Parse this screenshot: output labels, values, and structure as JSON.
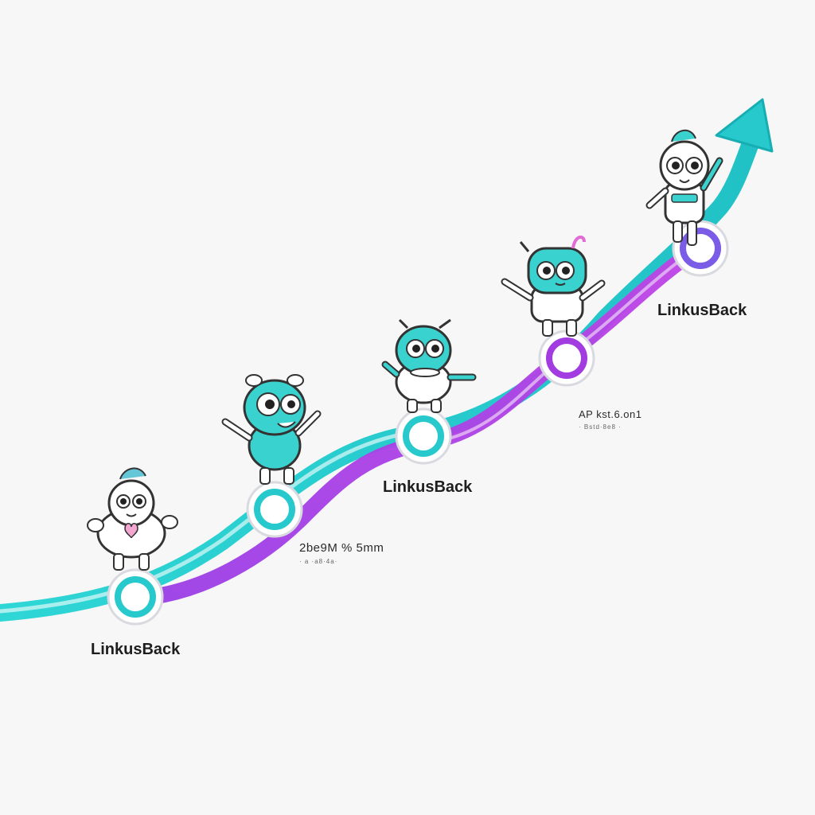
{
  "colors": {
    "background": "#f7f7f7",
    "teal": "#2ecfd0",
    "teal_dark": "#17aeb3",
    "purple": "#a23be0",
    "ring_white": "#ffffff"
  },
  "milestones": [
    {
      "label": "LinkusBack",
      "caption_line1": "",
      "caption_line2": ""
    },
    {
      "label": "",
      "caption_line1": "2be9M % 5mm",
      "caption_line2": "· a ·a8·4a·"
    },
    {
      "label": "LinkusBack",
      "caption_line1": "",
      "caption_line2": ""
    },
    {
      "label": "",
      "caption_line1": "AP kst.6.on1",
      "caption_line2": "· Bstd·8e8 ·"
    },
    {
      "label": "LinkusBack",
      "caption_line1": "",
      "caption_line2": ""
    }
  ],
  "icons": {
    "trend_arrow": "up-right-arrow-icon",
    "mascot": "robot-mascot-icon",
    "node": "ring-node-icon"
  }
}
